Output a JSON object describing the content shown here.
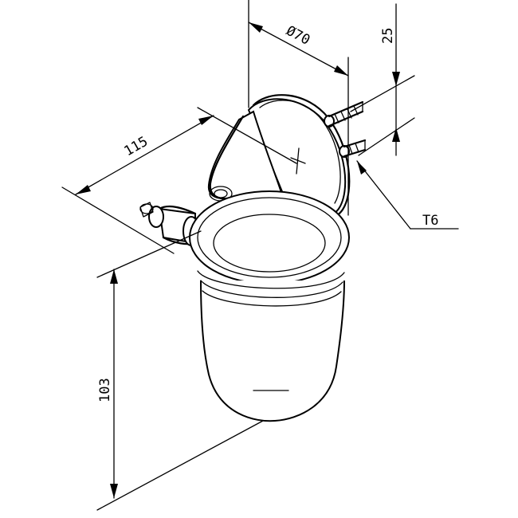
{
  "drawing": {
    "subject": "toothbrush tumbler holder, wall-mounted",
    "dimensions": {
      "diameter_label": "Ø70",
      "screw_spacing_label": "25",
      "depth_label": "115",
      "height_label": "103",
      "screw_label": "T6"
    },
    "stroke_color": "#000000",
    "background_color": "#ffffff"
  }
}
